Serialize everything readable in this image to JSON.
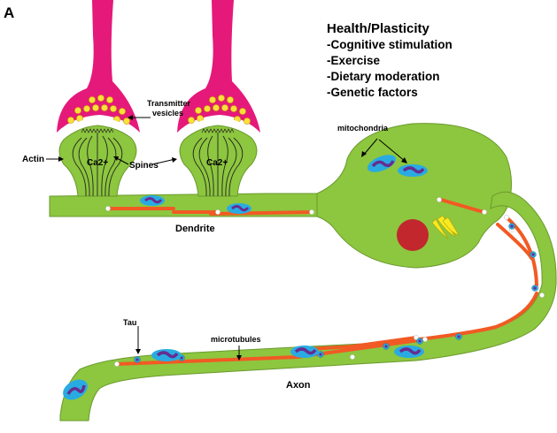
{
  "panel_label": "A",
  "health": {
    "title": "Health/Plasticity",
    "items": [
      "-Cognitive stimulation",
      "-Exercise",
      "-Dietary moderation",
      "-Genetic factors"
    ]
  },
  "labels": {
    "transmitter_line1": "Transmitter",
    "transmitter_line2": "vesicles",
    "actin": "Actin",
    "ca_left": "Ca2+",
    "ca_right": "Ca2+",
    "spines": "Spines",
    "mitochondria": "mitochondria",
    "dendrite": "Dendrite",
    "tau": "Tau",
    "microtubules": "microtubules",
    "axon": "Axon"
  },
  "colors": {
    "cell": "#8dc63f",
    "presynaptic": "#e5197a",
    "vesicle": "#f7e03a",
    "microtubule": "#f15a24",
    "mitochondria_outer": "#29abe2",
    "mitochondria_inner": "#662d91",
    "nucleus": "#c1272d",
    "golgi": "#f7ea24"
  }
}
